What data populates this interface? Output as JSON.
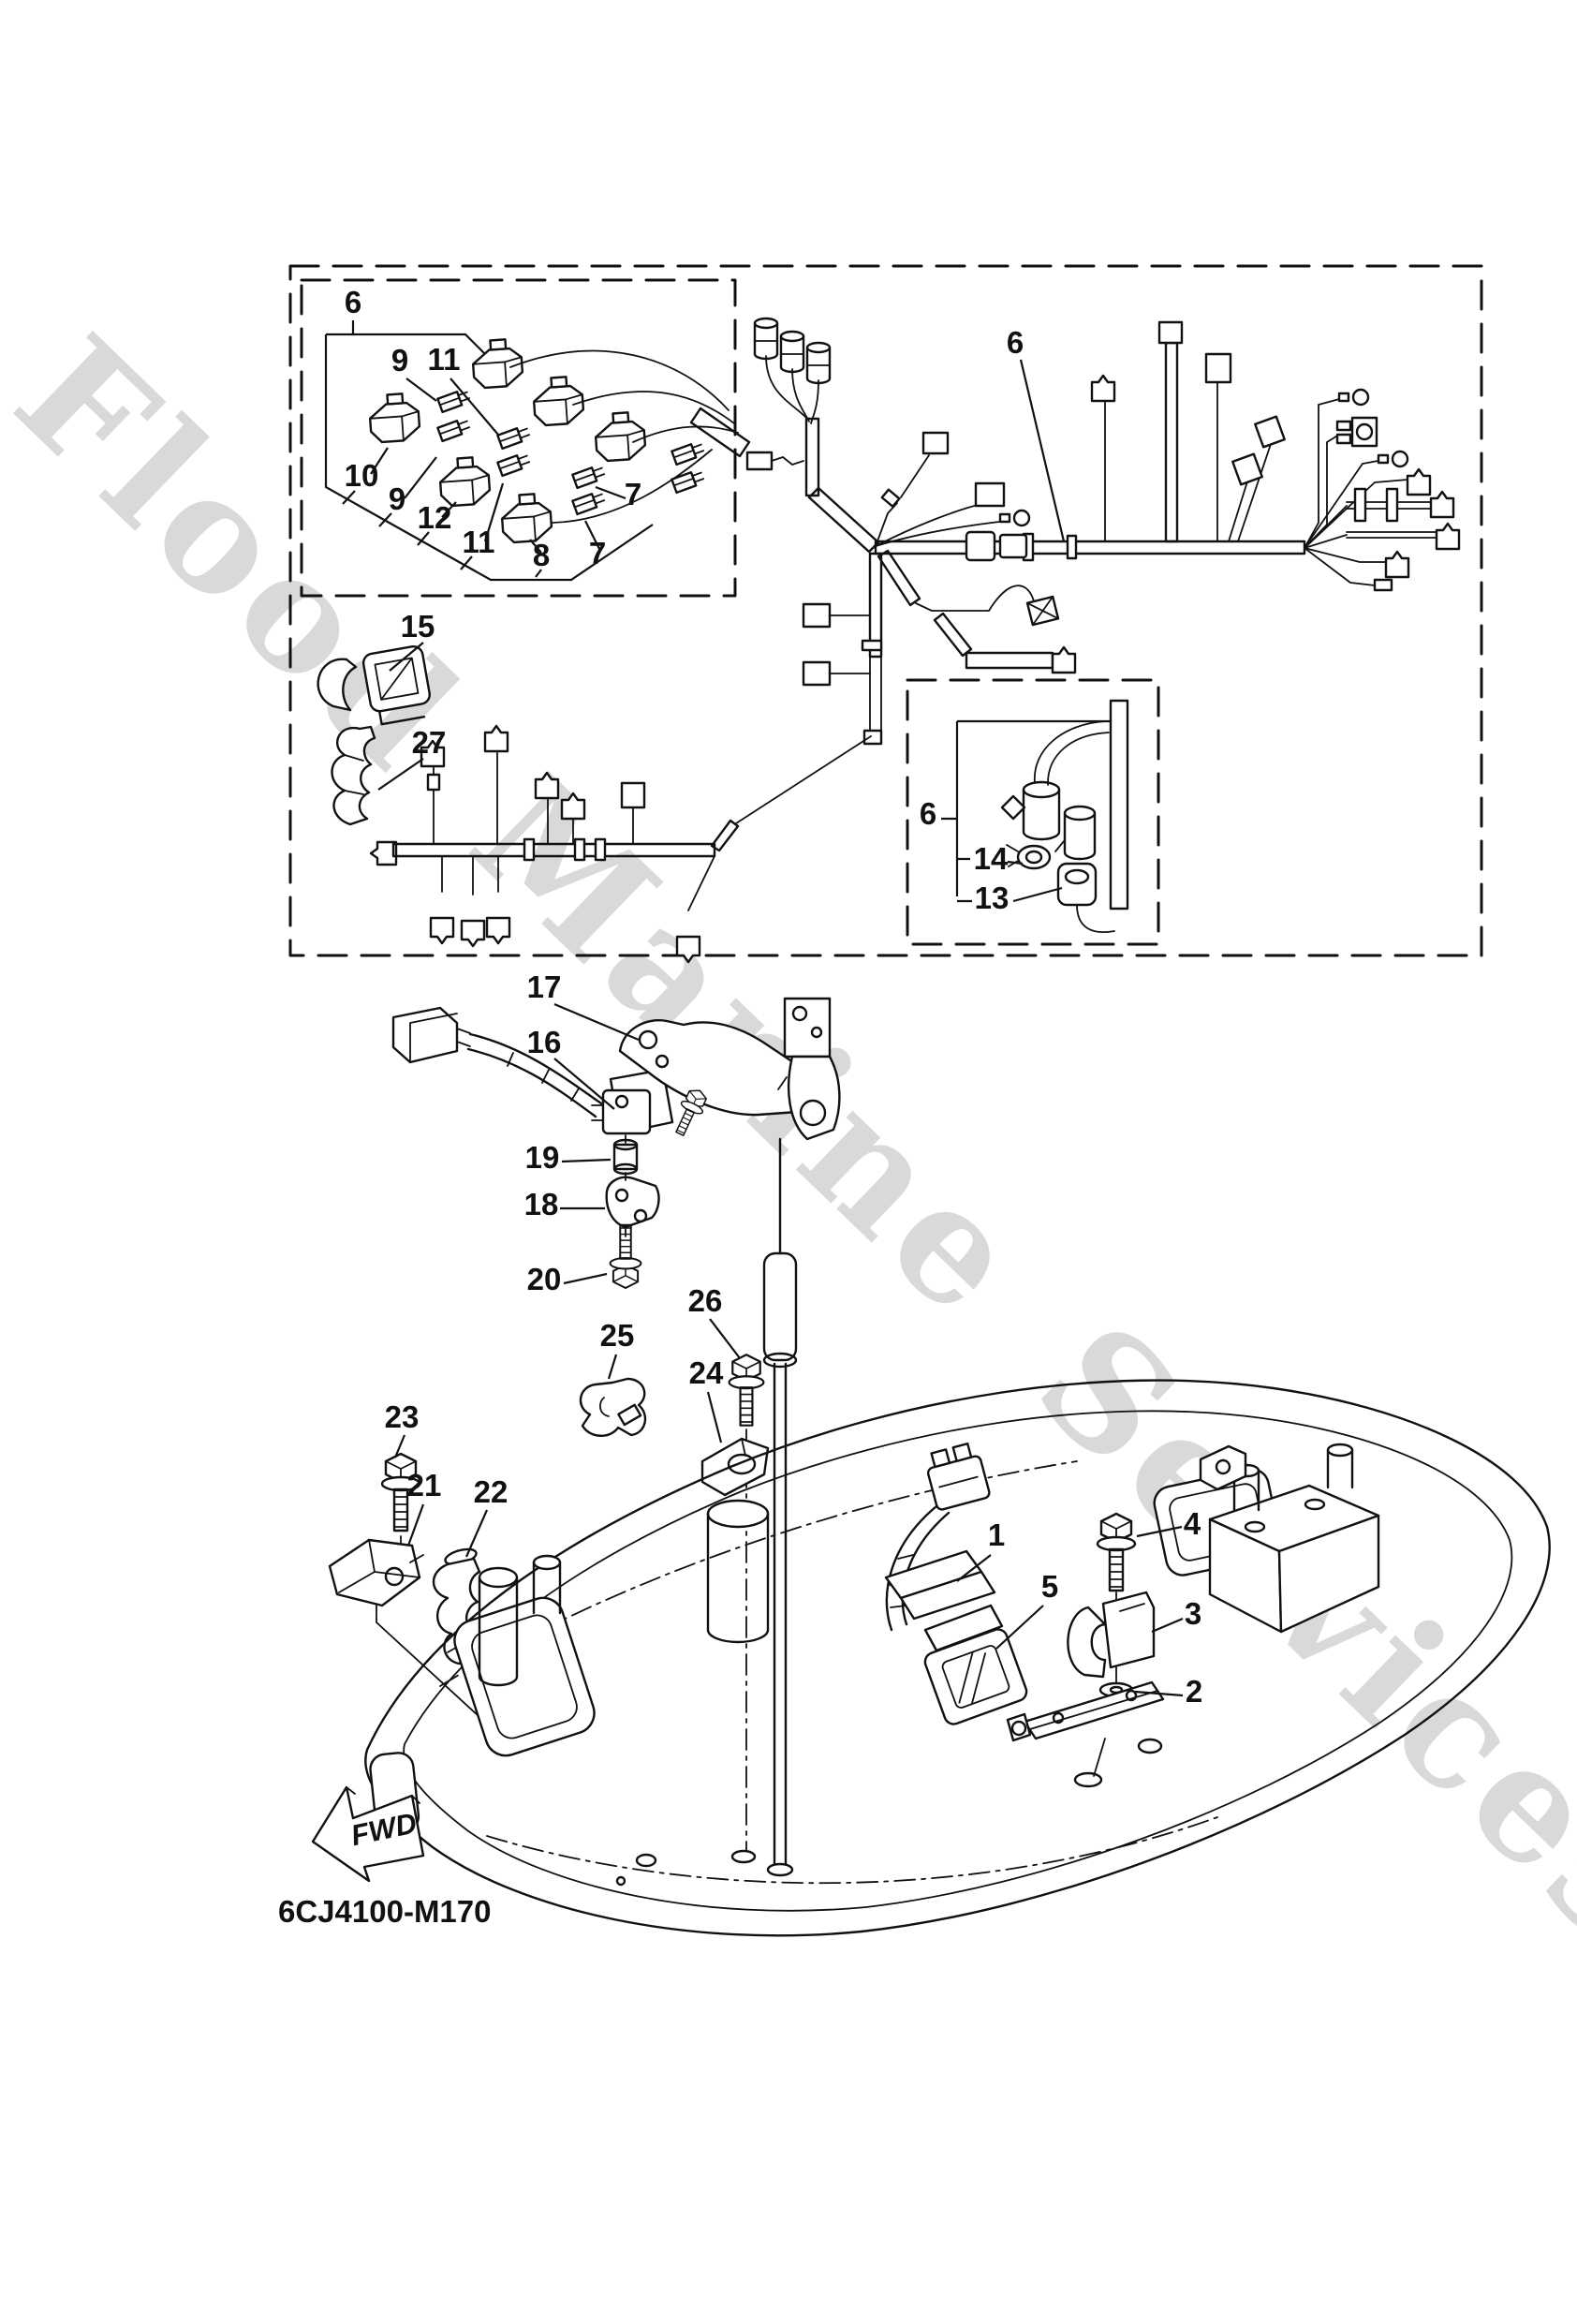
{
  "watermark": "Flood Marine Services",
  "drawing_code": "6CJ4100-M170",
  "fwd": "FWD",
  "callouts": {
    "c6a": "6",
    "c9a": "9",
    "c11a": "11",
    "c10": "10",
    "c9b": "9",
    "c12": "12",
    "c11b": "11",
    "c8": "8",
    "c7a": "7",
    "c7b": "7",
    "c6b": "6",
    "c15": "15",
    "c27": "27",
    "c6c": "6",
    "c14": "14",
    "c13": "13",
    "c17": "17",
    "c16": "16",
    "c19": "19",
    "c18": "18",
    "c20": "20",
    "c23": "23",
    "c21": "21",
    "c22": "22",
    "c25": "25",
    "c26": "26",
    "c24": "24",
    "c1": "1",
    "c5": "5",
    "c4": "4",
    "c3": "3",
    "c2": "2"
  }
}
